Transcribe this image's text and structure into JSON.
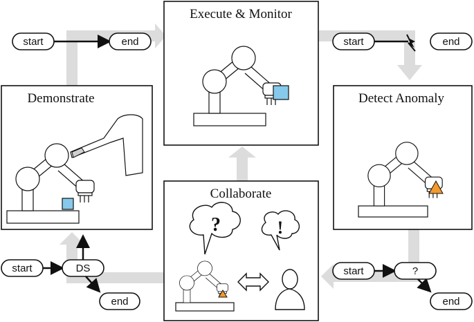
{
  "panels": {
    "execute": "Execute & Monitor",
    "demonstrate": "Demonstrate",
    "detect": "Detect Anomaly",
    "collaborate": "Collaborate"
  },
  "sequences": {
    "top_left": {
      "start": "start",
      "end": "end"
    },
    "top_right": {
      "start": "start",
      "end": "end"
    },
    "bottom_left": {
      "start": "start",
      "mid": "DS",
      "end": "end"
    },
    "bottom_right": {
      "start": "start",
      "mid": "?",
      "end": "end"
    }
  },
  "bubbles": {
    "question": "?",
    "exclaim": "!"
  },
  "colors": {
    "cube": "#86c9ea",
    "anomaly": "#f39a2b",
    "flow_arrow": "#dcdcdc"
  }
}
